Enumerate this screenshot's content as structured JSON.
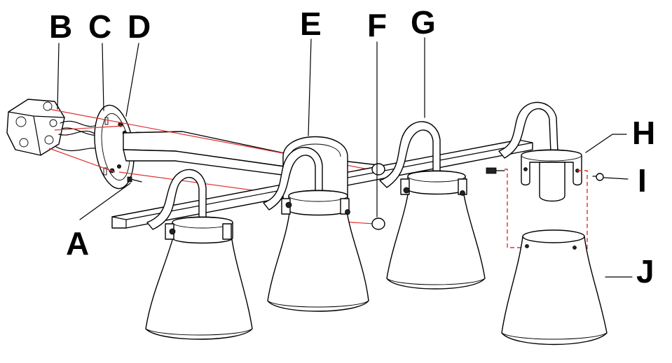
{
  "callouts": {
    "a": "A",
    "b": "B",
    "c": "C",
    "d": "D",
    "e": "E",
    "f": "F",
    "g": "G",
    "h": "H",
    "i": "I",
    "j": "J"
  },
  "colors": {
    "wire_guide": "#e03030",
    "line": "#000000",
    "background": "#ffffff"
  }
}
